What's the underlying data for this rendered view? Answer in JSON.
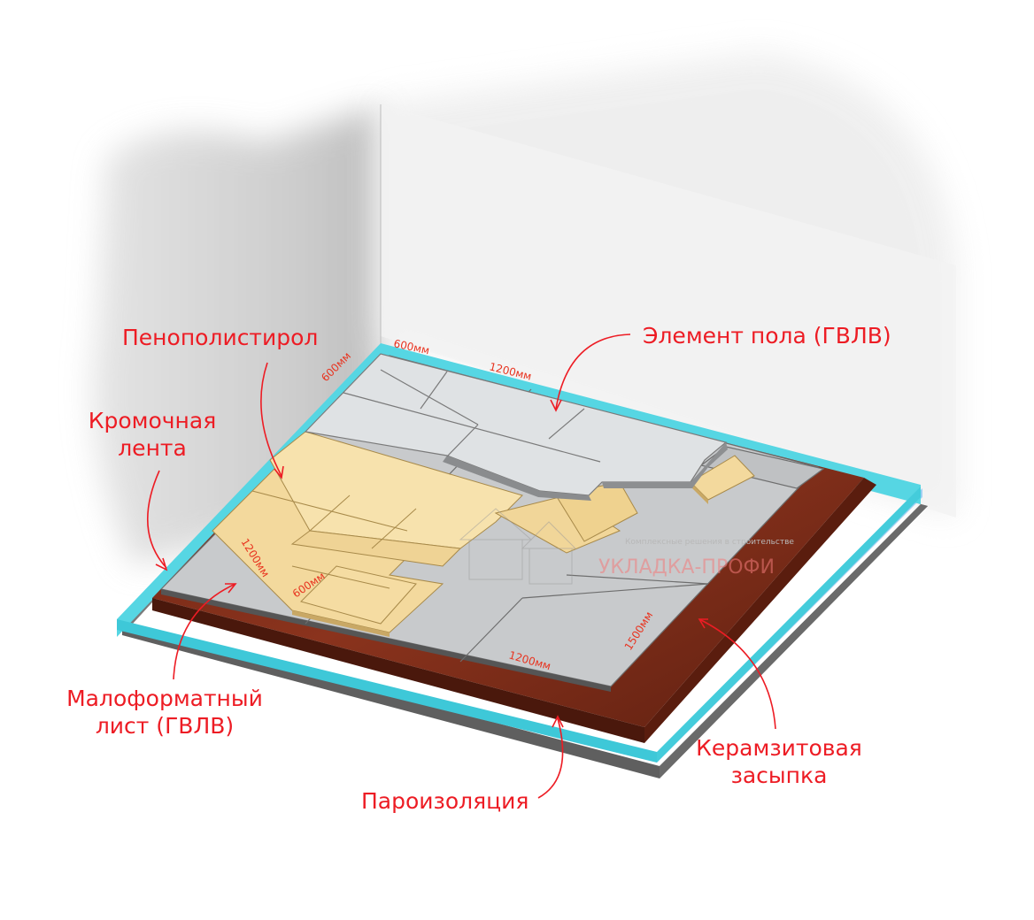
{
  "labels": {
    "penopolistirol": "Пенополистирол",
    "element_pola": "Элемент пола (ГВЛВ)",
    "kromochnaya_line1": "Кромочная",
    "kromochnaya_line2": "лента",
    "maloformatny_line1": "Малоформатный",
    "maloformatny_line2": "лист (ГВЛВ)",
    "paroizolyaciya": "Пароизоляция",
    "keramzit_line1": "Керамзитовая",
    "keramzit_line2": "засыпка"
  },
  "dimensions": {
    "element_short": "600мм",
    "element_short_side": "600мм",
    "element_long": "1200мм",
    "eps_long": "1200мм",
    "eps_short": "600мм",
    "sheet_long": "1200мм",
    "sheet_side": "1500мм"
  },
  "watermark": {
    "tagline": "Комплексные решения в строительстве",
    "brand": "УКЛАДКА-ПРОФИ"
  },
  "colors": {
    "label_red": "#ed1c24",
    "expanded_clay": "#7a2a1a",
    "edge_tape": "#4fd3e0",
    "vapor_barrier": "#a9d8f5",
    "eps_board": "#f6dfa6",
    "gvlv_sheet": "#c9cbcd",
    "floor_element": "#dfe2e4"
  }
}
